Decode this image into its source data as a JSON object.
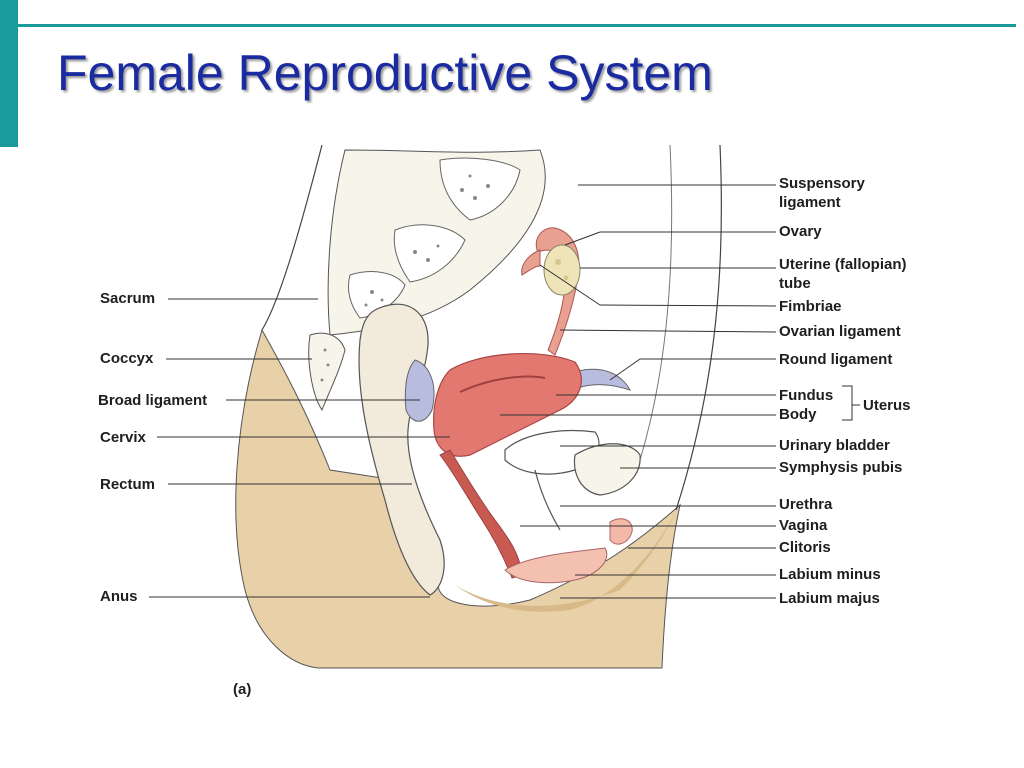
{
  "slide": {
    "title": "Female Reproductive System",
    "accent_color": "#1a9a9a",
    "title_color": "#1a2aa0"
  },
  "diagram": {
    "left_labels": {
      "sacrum": "Sacrum",
      "coccyx": "Coccyx",
      "broad_ligament": "Broad ligament",
      "cervix": "Cervix",
      "rectum": "Rectum",
      "anus": "Anus"
    },
    "right_labels": {
      "suspensory_ligament_1": "Suspensory",
      "suspensory_ligament_2": "ligament",
      "ovary": "Ovary",
      "uterine_tube_1": "Uterine (fallopian)",
      "uterine_tube_2": "tube",
      "fimbriae": "Fimbriae",
      "ovarian_ligament": "Ovarian ligament",
      "round_ligament": "Round ligament",
      "fundus": "Fundus",
      "body": "Body",
      "uterus": "Uterus",
      "urinary_bladder": "Urinary bladder",
      "symphysis_pubis": "Symphysis pubis",
      "urethra": "Urethra",
      "vagina": "Vagina",
      "clitoris": "Clitoris",
      "labium_minus": "Labium minus",
      "labium_majus": "Labium majus"
    },
    "panel_label": "(a)",
    "colors": {
      "skin": "#e8d0a8",
      "skin_dark": "#d8ba88",
      "uterus": "#e27870",
      "uterus_dark": "#c85a52",
      "tube": "#e8a090",
      "ovary": "#efe3b8",
      "ligament": "#b8bde0",
      "outline": "#333333"
    }
  }
}
